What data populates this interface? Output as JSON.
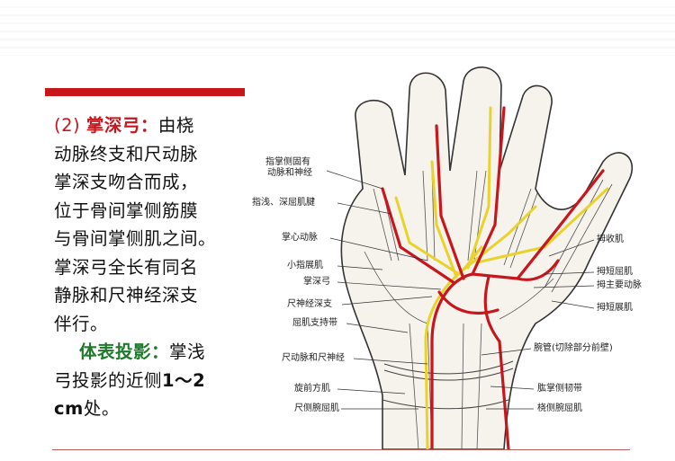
{
  "text": {
    "lines": [
      {
        "num": "(2)",
        "title": "掌深弓：",
        "rest": "由桡"
      },
      "动脉终支和尺动脉",
      "掌深支吻合而成，",
      "位于骨间掌侧筋膜",
      "与骨间掌侧肌之间。",
      "掌深弓全长有同名",
      "静脉和尺神经深支",
      "伴行。"
    ],
    "projection": {
      "label": "体表投影：",
      "l1_rest": "掌浅",
      "l2_pre": "弓投影的近侧",
      "l2_num": "1～2",
      "l3_num": "cm",
      "l3_rest": "处。"
    }
  },
  "figure": {
    "labels": {
      "a": "指掌侧固有",
      "b": "动脉和神经",
      "c": "指浅、深屈肌腱",
      "d": "掌心动脉",
      "e": "小指展肌",
      "f": "掌深弓",
      "g": "尺神经深支",
      "h": "屈肌支持带",
      "i": "尺动脉和尺神经",
      "j": "旋前方肌",
      "k": "尺侧腕屈肌",
      "l": "拇收肌",
      "m": "拇短屈肌",
      "n": "拇主要动脉",
      "o": "拇短展肌",
      "p": "腕管(切除部分前壁)",
      "q": "肱掌侧韧带",
      "r": "桡侧腕屈肌"
    }
  },
  "colors": {
    "accent_red": "#c8161d",
    "projection_green": "#1e7a2a",
    "artery": "#c8161d",
    "nerve": "#e9d22a"
  }
}
